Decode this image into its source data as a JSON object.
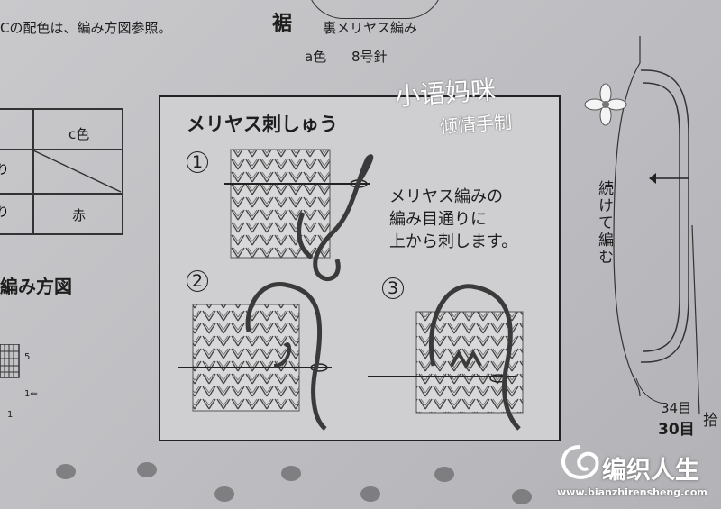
{
  "header": {
    "top_left_text": "Cの配色は、編み方図参照。",
    "hem_title": "裾",
    "hem_subtitle": "裏メリヤス編み",
    "hem_yarn": "a色",
    "hem_needle": "8号針"
  },
  "color_table": {
    "header": "c色",
    "row3_value": "赤"
  },
  "diagram": {
    "label": "編み方図",
    "row_top": "5",
    "row_bottom": "1",
    "arrow": "1⇐"
  },
  "instruction_box": {
    "title": "メリヤス刺しゅう",
    "step1": "①",
    "step2": "②",
    "step3": "③",
    "text_lines": [
      "メリヤス編みの",
      "編み目通りに",
      "上から刺します。"
    ]
  },
  "right_side": {
    "continue_label": "続けて編む",
    "stitch_before": "34目",
    "stitch_after": "30目",
    "pick_up": "拾"
  },
  "watermark": {
    "handwriting_1": "小语妈咪",
    "handwriting_2": "倾情手制",
    "brand": "编织人生",
    "url": "www.bianzhirensheng.com"
  },
  "colors": {
    "paper": "#c6c6c9",
    "ink": "#1d1d1d",
    "yarn": "#3a3a3a"
  }
}
